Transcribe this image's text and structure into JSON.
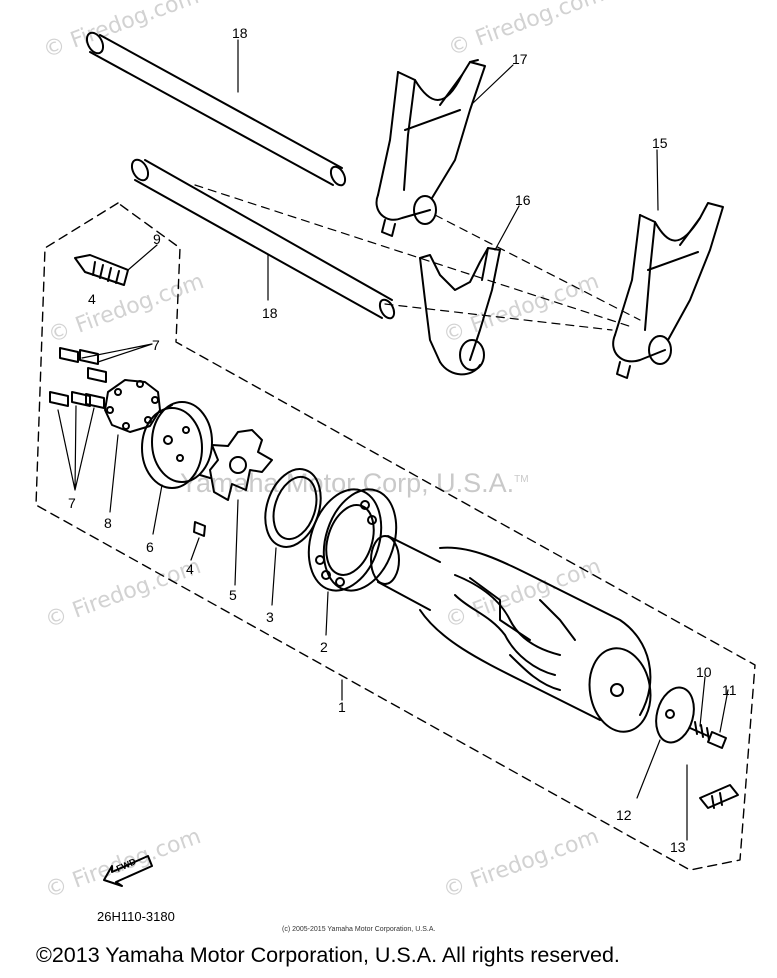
{
  "diagram": {
    "part_code": "26H110-3180",
    "small_copyright": "(c) 2005-2015 Yamaha Motor Corporation, U.S.A.",
    "footer_copyright": "©2013 Yamaha Motor Corporation, U.S.A. All rights reserved.",
    "center_watermark": "Yamaha Motor Corp, U.S.A.",
    "center_watermark_tm": "TM",
    "watermark_text": "© Firedog.com",
    "fwd_label": "FWD",
    "callouts": [
      "18",
      "17",
      "15",
      "16",
      "9",
      "18",
      "4",
      "7",
      "7",
      "8",
      "6",
      "4",
      "5",
      "3",
      "2",
      "1",
      "10",
      "11",
      "12",
      "13"
    ]
  }
}
